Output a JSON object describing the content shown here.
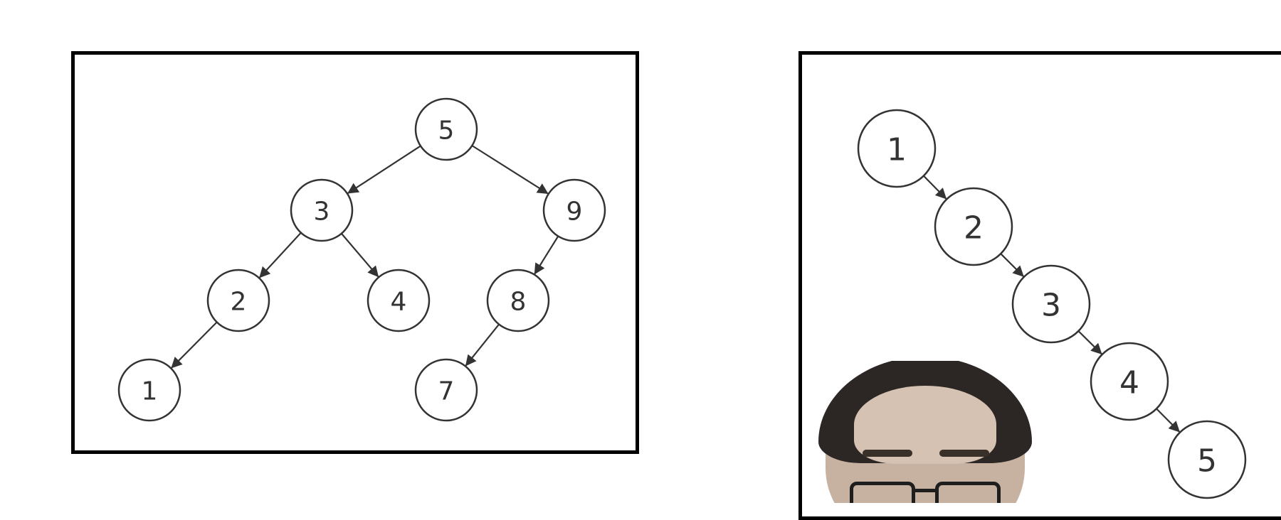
{
  "tree": {
    "nodes": [
      {
        "id": "5",
        "label": "5"
      },
      {
        "id": "3",
        "label": "3"
      },
      {
        "id": "9",
        "label": "9"
      },
      {
        "id": "2",
        "label": "2"
      },
      {
        "id": "4",
        "label": "4"
      },
      {
        "id": "8",
        "label": "8"
      },
      {
        "id": "1",
        "label": "1"
      },
      {
        "id": "7",
        "label": "7"
      }
    ],
    "edges": [
      [
        "5",
        "3"
      ],
      [
        "5",
        "9"
      ],
      [
        "3",
        "2"
      ],
      [
        "3",
        "4"
      ],
      [
        "9",
        "8"
      ],
      [
        "2",
        "1"
      ],
      [
        "8",
        "7"
      ]
    ]
  },
  "chain": {
    "nodes": [
      {
        "id": "1",
        "label": "1"
      },
      {
        "id": "2",
        "label": "2"
      },
      {
        "id": "3",
        "label": "3"
      },
      {
        "id": "4",
        "label": "4"
      },
      {
        "id": "5",
        "label": "5"
      }
    ],
    "edges": [
      [
        "1",
        "2"
      ],
      [
        "2",
        "3"
      ],
      [
        "3",
        "4"
      ],
      [
        "4",
        "5"
      ]
    ]
  }
}
